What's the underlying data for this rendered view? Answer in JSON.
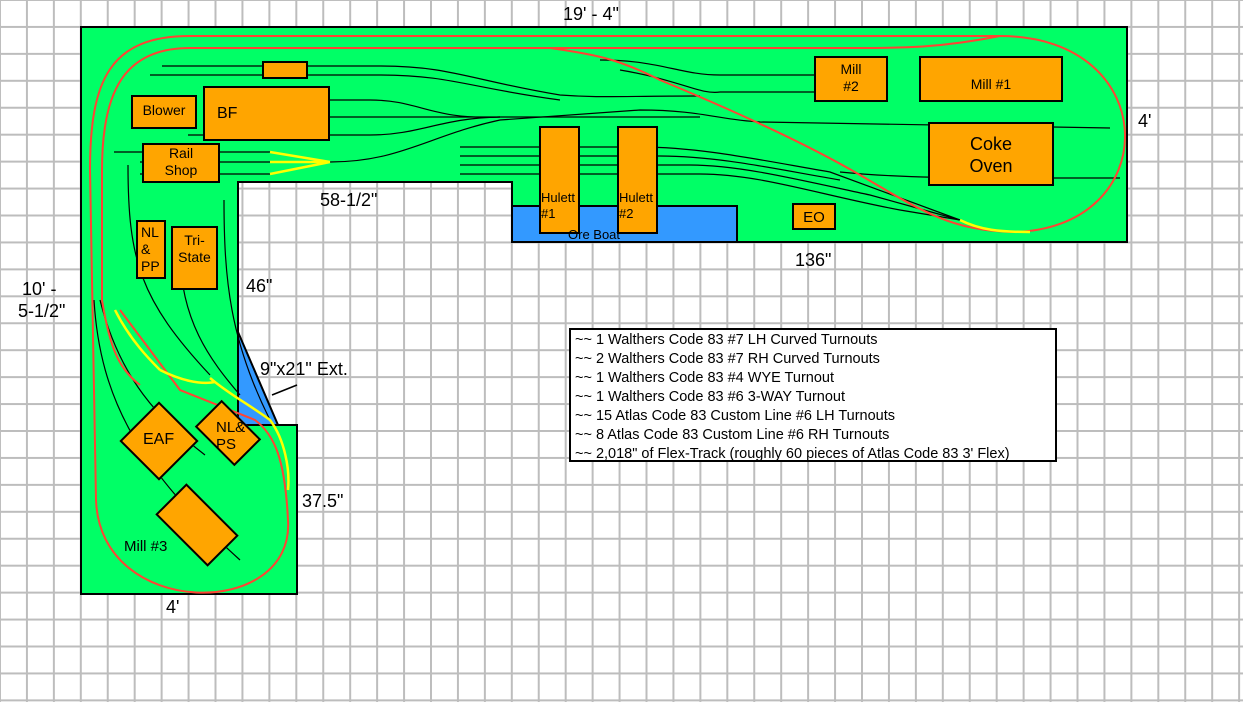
{
  "dimensions": {
    "overall_length": "19' - 4\"",
    "right_depth": "4'",
    "bottom_run": "136\"",
    "notch_width": "58-1/2\"",
    "notch_depth": "46\"",
    "left_length_line1": "10' -",
    "left_length_line2": "5-1/2\"",
    "extension": "9\"x21\" Ext.",
    "lobe_height": "37.5\"",
    "lobe_width": "4'"
  },
  "structures": {
    "blower": "Blower",
    "bf": "BF",
    "rail_shop_1": "Rail",
    "rail_shop_2": "Shop",
    "nl_pp": "NL\n&\nPP",
    "tri_state": "Tri-\nState",
    "mill2": "Mill\n#2",
    "mill1": "Mill #1",
    "coke_oven": "Coke\nOven",
    "hulett1": "Hulett\n#1",
    "hulett2": "Hulett\n#2",
    "ore_boat": "Ore Boat",
    "eo": "EO",
    "eaf": "EAF",
    "nl_ps": "NL&\nPS",
    "mill3": "Mill #3"
  },
  "legend": {
    "items": [
      "~~ 1 Walthers Code 83 #7 LH Curved Turnouts",
      "~~ 2 Walthers Code 83 #7 RH Curved Turnouts",
      "~~ 1 Walthers Code 83 #4 WYE Turnout",
      "~~ 1 Walthers Code 83 #6 3-WAY Turnout",
      "~~ 15 Atlas Code 83 Custom Line #6 LH Turnouts",
      "~~ 8 Atlas Code 83 Custom Line #6 RH Turnouts",
      "~~ 2,018\" of Flex-Track (roughly 60 pieces of Atlas Code 83 3' Flex)"
    ]
  },
  "colors": {
    "board": "#00ff66",
    "building": "#ffa500",
    "water": "#3399ff",
    "mainline": "#ff4433",
    "turnout": "#ffff00",
    "spur": "#000000"
  }
}
